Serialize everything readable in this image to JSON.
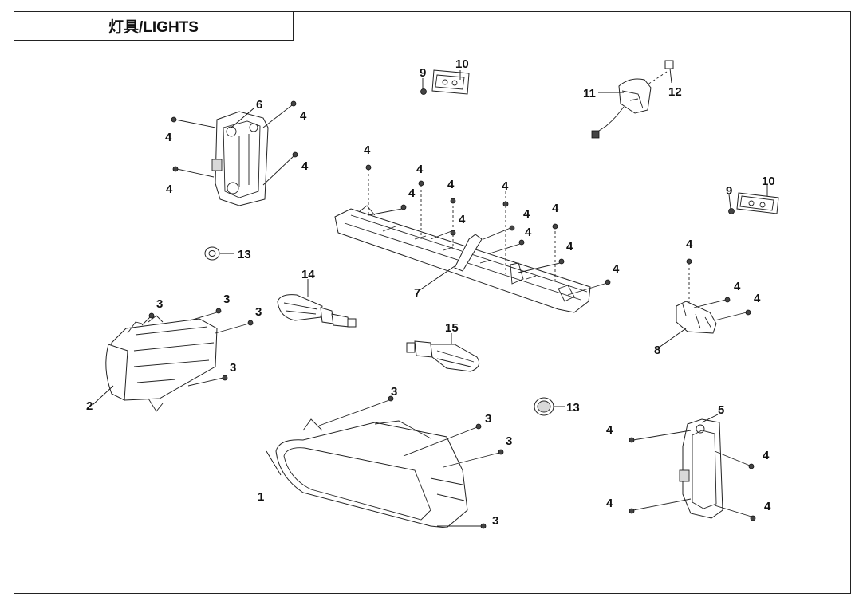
{
  "title": "灯具/LIGHTS",
  "callouts": {
    "c1": "1",
    "c2": "2",
    "c3a": "3",
    "c3b": "3",
    "c3c": "3",
    "c3d": "3",
    "c3e": "3",
    "c3f": "3",
    "c3g": "3",
    "c3h": "3",
    "c4a": "4",
    "c4b": "4",
    "c4c": "4",
    "c4d": "4",
    "c4e": "4",
    "c4f": "4",
    "c4g": "4",
    "c4h": "4",
    "c4i": "4",
    "c4j": "4",
    "c4k": "4",
    "c4l": "4",
    "c4m": "4",
    "c4n": "4",
    "c4o": "4",
    "c4p": "4",
    "c4q": "4",
    "c4r": "4",
    "c4s": "4",
    "c4t": "4",
    "c4u": "4",
    "c4v": "4",
    "c5": "5",
    "c6": "6",
    "c7": "7",
    "c8": "8",
    "c9a": "9",
    "c9b": "9",
    "c10a": "10",
    "c10b": "10",
    "c11": "11",
    "c12": "12",
    "c13a": "13",
    "c13b": "13",
    "c14": "14",
    "c15": "15"
  }
}
